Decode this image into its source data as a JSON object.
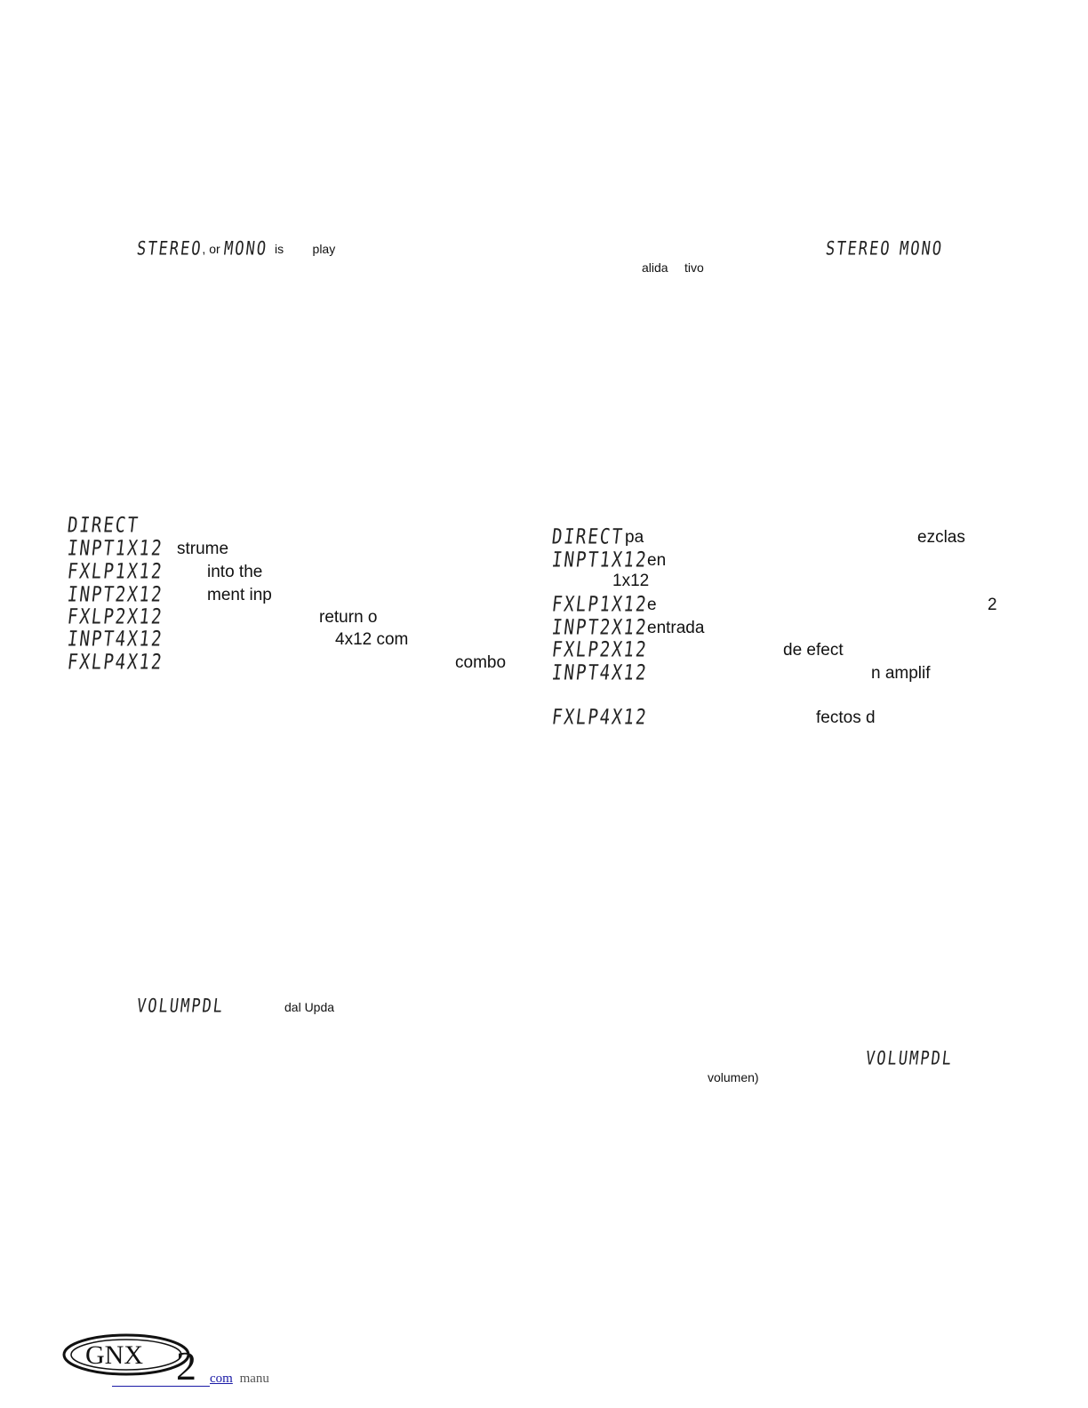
{
  "top_left": {
    "lcd1": "STEREO",
    "sep": ", or ",
    "lcd2": "MONO",
    "t1": "is",
    "t2": "play"
  },
  "top_right": {
    "lcd1": "STEREO",
    "lcd2": "MONO",
    "t1": "alida",
    "t2": "tivo"
  },
  "left_list": [
    {
      "code": "DIRECT",
      "text": ""
    },
    {
      "code": "INPT1X12",
      "text": "strume"
    },
    {
      "code": "FXLP1X12",
      "text": "into the"
    },
    {
      "code": "INPT2X12",
      "text": "ment inp"
    },
    {
      "code": "FXLP2X12",
      "text": "return o"
    },
    {
      "code": "INPT4X12",
      "text": "4x12 com"
    },
    {
      "code": "FXLP4X12",
      "text": "combo"
    }
  ],
  "right_list": [
    {
      "code": "DIRECT",
      "text": "pa",
      "text2": "ezclas"
    },
    {
      "code": "INPT1X12",
      "text": "en",
      "text2": "1x12"
    },
    {
      "code": "FXLP1X12",
      "text": "e",
      "text2": "2"
    },
    {
      "code": "INPT2X12",
      "text": "entrada"
    },
    {
      "code": "FXLP2X12",
      "text": "de efect"
    },
    {
      "code": "INPT4X12",
      "text": "n amplif"
    },
    {
      "code": "FXLP4X12",
      "text": "fectos d"
    }
  ],
  "bottom_left": {
    "lcd": "VOLUMPDL",
    "text": "dal Upda"
  },
  "bottom_right": {
    "lcd": "VOLUMPDL",
    "text": "volumen)"
  },
  "footer": {
    "logo_text": "GNX2",
    "link": "com",
    "text": "manu"
  }
}
